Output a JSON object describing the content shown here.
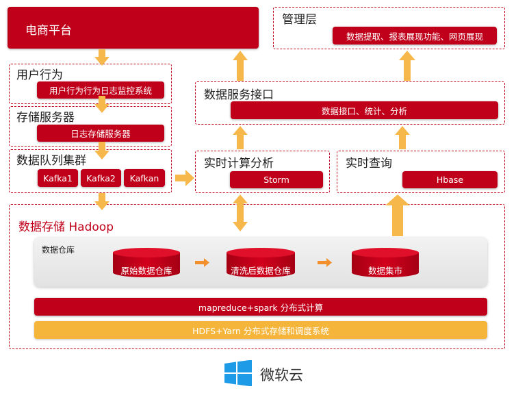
{
  "platform": {
    "label": "电商平台"
  },
  "user_behavior": {
    "title": "用户行为",
    "item": "用户行为行为日志监控系统"
  },
  "storage_server": {
    "title": "存储服务器",
    "item": "日志存储服务器"
  },
  "queue_cluster": {
    "title": "数据队列集群",
    "items": [
      "Kafka1",
      "Kafka2",
      "Kafkan"
    ]
  },
  "realtime_compute": {
    "title": "实时计算分析",
    "item": "Storm"
  },
  "realtime_query": {
    "title": "实时查询",
    "item": "Hbase"
  },
  "data_service": {
    "title": "数据服务接口",
    "item": "数据接口、统计、分析"
  },
  "management": {
    "title": "管理层",
    "item": "数据提取、报表展现功能、网页展现"
  },
  "hadoop": {
    "title": "数据存储 Hadoop",
    "warehouse_label": "数据仓库",
    "cylinders": [
      "原始数据仓库",
      "清洗后数据仓库",
      "数据集市"
    ],
    "compute_bar": "mapreduce+spark 分布式计算",
    "storage_bar": "HDFS+Yarn 分布式存储和调度系统"
  },
  "footer": {
    "brand": "微软云",
    "logo": "windows-logo-icon"
  },
  "colors": {
    "red": "#c0001a",
    "yellow": "#f5b53a",
    "arrow": "#f7b84b"
  }
}
